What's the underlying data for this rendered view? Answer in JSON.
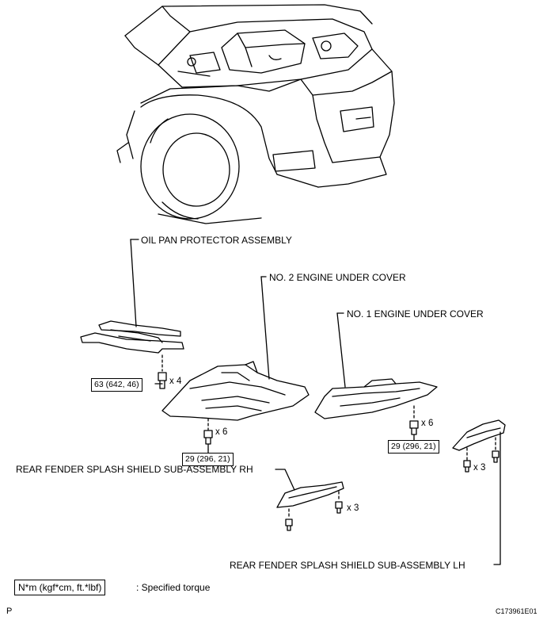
{
  "labels": {
    "oil_pan_protector": "OIL PAN PROTECTOR ASSEMBLY",
    "no2_engine_under_cover": "NO. 2 ENGINE UNDER COVER",
    "no1_engine_under_cover": "NO. 1 ENGINE UNDER COVER",
    "rear_fender_rh": "REAR FENDER SPLASH SHIELD SUB-ASSEMBLY RH",
    "rear_fender_lh": "REAR FENDER SPLASH SHIELD SUB-ASSEMBLY LH"
  },
  "torques": {
    "oil_pan_protector": "63 (642, 46)",
    "no2_engine_under_cover": "29 (296, 21)",
    "no1_engine_under_cover": "29 (296, 21)"
  },
  "quantities": {
    "oil_pan_bolts": "x 4",
    "no2_cover_bolts": "x 6",
    "no1_cover_bolts": "x 6",
    "rh_shield_bolts": "x 3",
    "lh_shield_bolts": "x 3"
  },
  "legend": {
    "unit": "N*m (kgf*cm, ft.*lbf)",
    "description": ": Specified torque"
  },
  "footer": {
    "left_mark": "P",
    "figure_code": "C173961E01"
  }
}
